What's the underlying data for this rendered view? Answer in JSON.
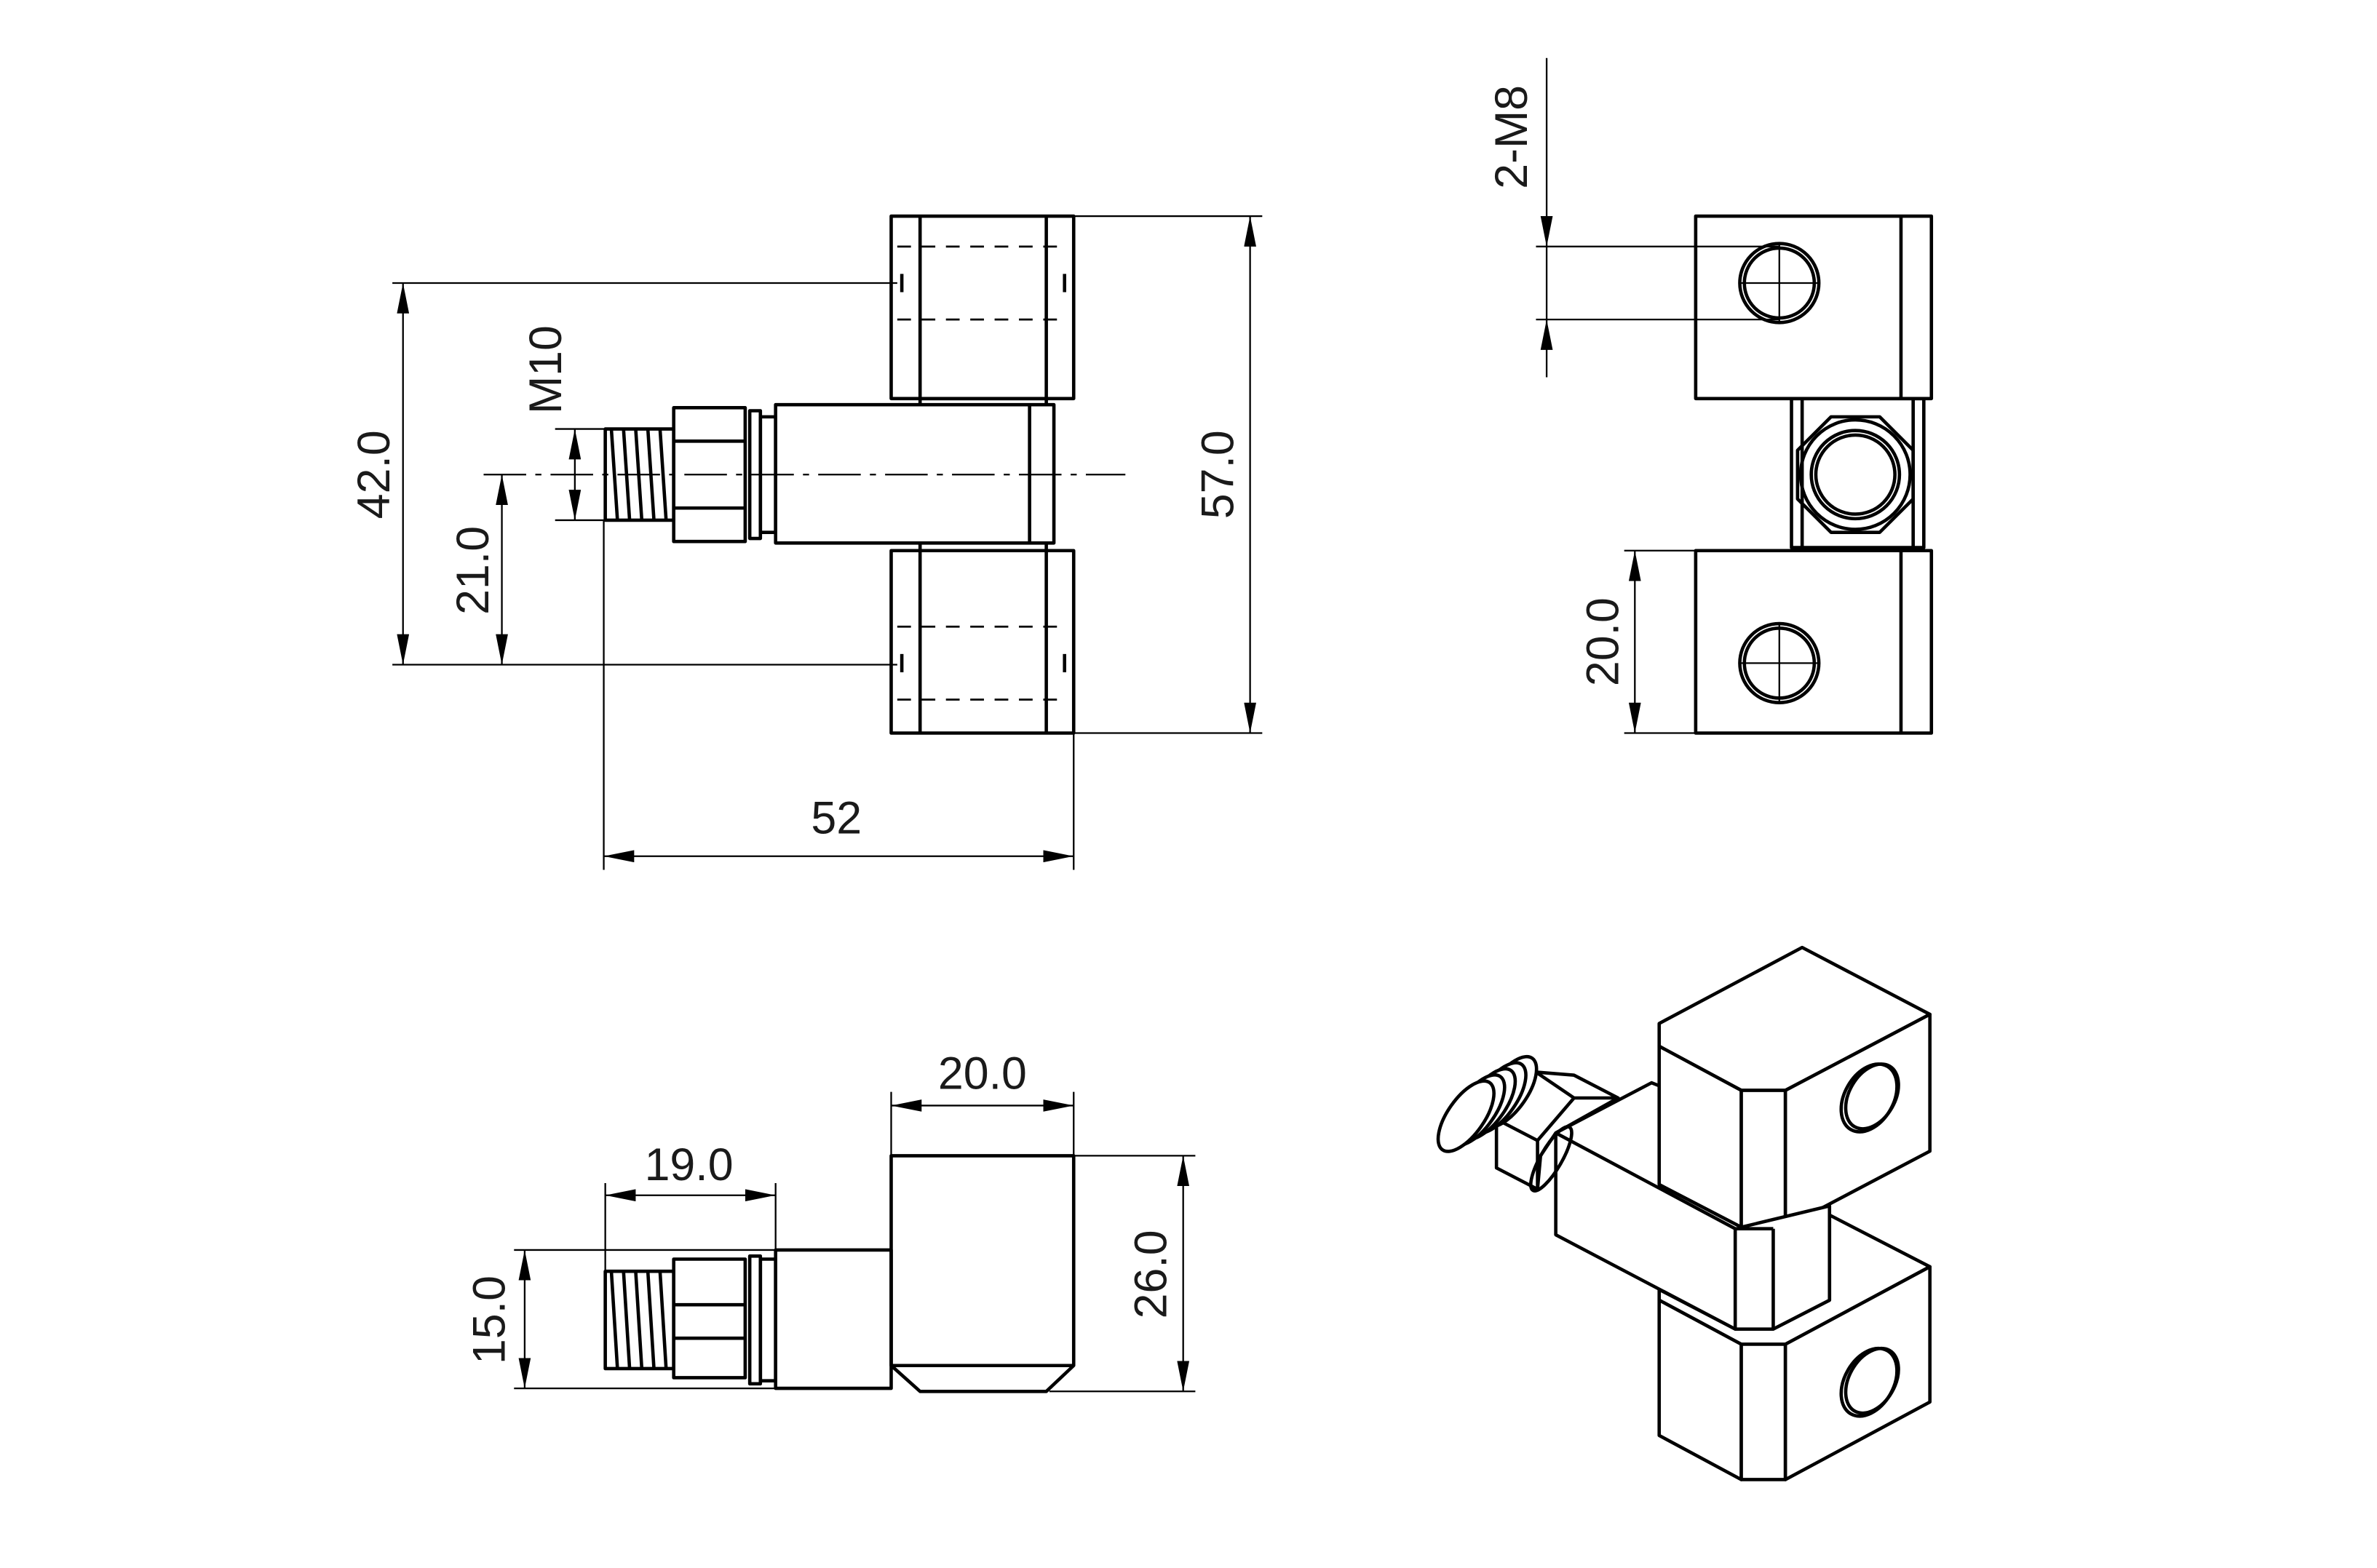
{
  "front_view": {
    "dim_total_height_center": "42.0",
    "dim_center_offset": "21.0",
    "dim_thread": "M10",
    "dim_block_height": "57.0",
    "dim_length": "52"
  },
  "side_view": {
    "dim_holes": "2-M8",
    "dim_block": "20.0"
  },
  "bottom_view": {
    "dim_block_width": "20.0",
    "dim_stud_length": "19.0",
    "dim_shaft_height": "15.0",
    "dim_block_depth": "26.0"
  },
  "colors": {
    "line": "#000000",
    "background": "#ffffff"
  }
}
